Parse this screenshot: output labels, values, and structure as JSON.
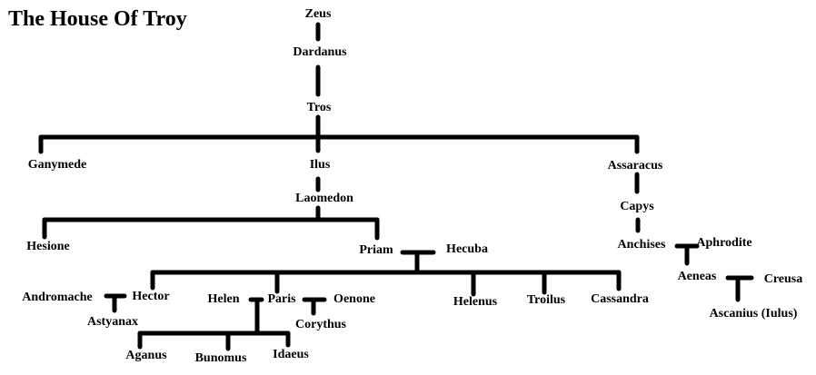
{
  "title": "The House Of Troy",
  "people": {
    "zeus": "Zeus",
    "dardanus": "Dardanus",
    "tros": "Tros",
    "ganymede": "Ganymede",
    "ilus": "Ilus",
    "assaracus": "Assaracus",
    "laomedon": "Laomedon",
    "capys": "Capys",
    "hesione": "Hesione",
    "priam": "Priam",
    "hecuba": "Hecuba",
    "anchises": "Anchises",
    "aphrodite": "Aphrodite",
    "andromache": "Andromache",
    "hector": "Hector",
    "helen": "Helen",
    "paris": "Paris",
    "oenone": "Oenone",
    "helenus": "Helenus",
    "troilus": "Troilus",
    "cassandra": "Cassandra",
    "aeneas": "Aeneas",
    "creusa": "Creusa",
    "astyanax": "Astyanax",
    "corythus": "Corythus",
    "ascanius": "Ascanius (Iulus)",
    "aganus": "Aganus",
    "bunomus": "Bunomus",
    "idaeus": "Idaeus"
  }
}
